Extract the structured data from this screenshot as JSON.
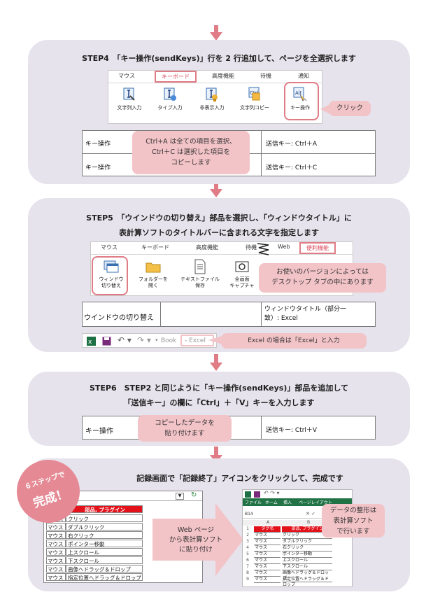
{
  "step4": {
    "title": "STEP4　「キー操作(sendKeys)」行を 2 行追加して、ページを全選択します",
    "tabs": [
      "マウス",
      "キーボード",
      "高度機能",
      "待機",
      "通知"
    ],
    "items": [
      "文字列入力",
      "タイプ入力",
      "非表示入力",
      "文字列コピー",
      "キー操作"
    ],
    "click_label": "クリック",
    "rows": [
      {
        "left": "キー操作",
        "right": "送信キー: Ctrl＋A"
      },
      {
        "left": "キー操作",
        "right": "送信キー: Ctrl＋C"
      }
    ],
    "callout": [
      "Ctrl+A は全ての項目を選択、",
      "Ctrl＋C は選択した項目を",
      "コピーします"
    ]
  },
  "step5": {
    "title_line1": "STEP5　「ウインドウの切り替え」部品を選択し、「ウィンドウタイトル」に",
    "title_line2": "表計算ソフトのタイトルバーに含まれる文字を指定します",
    "tabs": [
      "マウス",
      "キーボード",
      "高度機能",
      "待機",
      "Web",
      "便利機能"
    ],
    "items": [
      "ウィンドウ\n切り替え",
      "フォルダーを\n開く",
      "テキストファイル\n保存",
      "全画面\nキャプチャ"
    ],
    "callout": [
      "お使いのバージョンによっては",
      "デスクトップ タブの中にあります"
    ],
    "row_left": "ウインドウの切り替え",
    "row_right": [
      "ウィンドウタイトル（部分一",
      "致）: Excel"
    ],
    "excel_bar_text1": "Book",
    "excel_bar_text2": "Excel",
    "excel_callout": "Excel の場合は「Excel」と入力"
  },
  "step6": {
    "title_line1": "STEP6　STEP2 と同じように「キー操作(sendKeys)」部品を追加して",
    "title_line2": "「送信キー」の欄に「Ctrl」＋「V」キーを入力します",
    "row_left": "キー操作",
    "row_right": "送信キー: Ctrl＋V",
    "callout": [
      "コピーしたデータを",
      "貼り付けます"
    ]
  },
  "final": {
    "title": "記録画面で「記録終了」アイコンをクリックして、完成です",
    "badge_line1": "６ステップで",
    "badge_line2": "完成！",
    "list_header": "部品, プラグイン",
    "list_rows": [
      {
        "a": "マウス",
        "b": "クリック"
      },
      {
        "a": "マウス",
        "b": "ダブルクリック"
      },
      {
        "a": "マウス",
        "b": "右クリック"
      },
      {
        "a": "マウス",
        "b": "ポインター移動"
      },
      {
        "a": "マウス",
        "b": "上スクロール"
      },
      {
        "a": "マウス",
        "b": "下スクロール"
      },
      {
        "a": "マウス",
        "b": "画像へドラッグ＆ドロップ"
      },
      {
        "a": "マウス",
        "b": "指定位置へドラッグ＆ドロップ"
      }
    ],
    "arrow_text": [
      "Web ページ",
      "から表計算ソフト",
      "に貼り付け"
    ],
    "sheet_menu": [
      "ファイル",
      "ホーム",
      "挿入",
      "ページレイアウト"
    ],
    "sheet_cell": "B14",
    "sheet_cols": [
      "A",
      "B"
    ],
    "sheet_header": {
      "a": "タグ名",
      "b": "部品, プラグイン"
    },
    "sheet_rows": [
      {
        "a": "マウス",
        "b": "クリック"
      },
      {
        "a": "マウス",
        "b": "ダブルクリック"
      },
      {
        "a": "マウス",
        "b": "右クリック"
      },
      {
        "a": "マウス",
        "b": "ポインター移動"
      },
      {
        "a": "マウス",
        "b": "上スクロール"
      },
      {
        "a": "マウス",
        "b": "下スクロール"
      },
      {
        "a": "マウス",
        "b": "画像へドラッグ＆ドロップ"
      },
      {
        "a": "マウス",
        "b": "指定位置へドラッグ＆ドロップ"
      }
    ],
    "sheet_callout": [
      "データの整形は",
      "表計算ソフト",
      "で行います"
    ]
  },
  "colors": {
    "accent": "#e07c86",
    "panel": "#e6e3ec",
    "callout": "#f2c3c7",
    "badge": "#e58a95"
  }
}
